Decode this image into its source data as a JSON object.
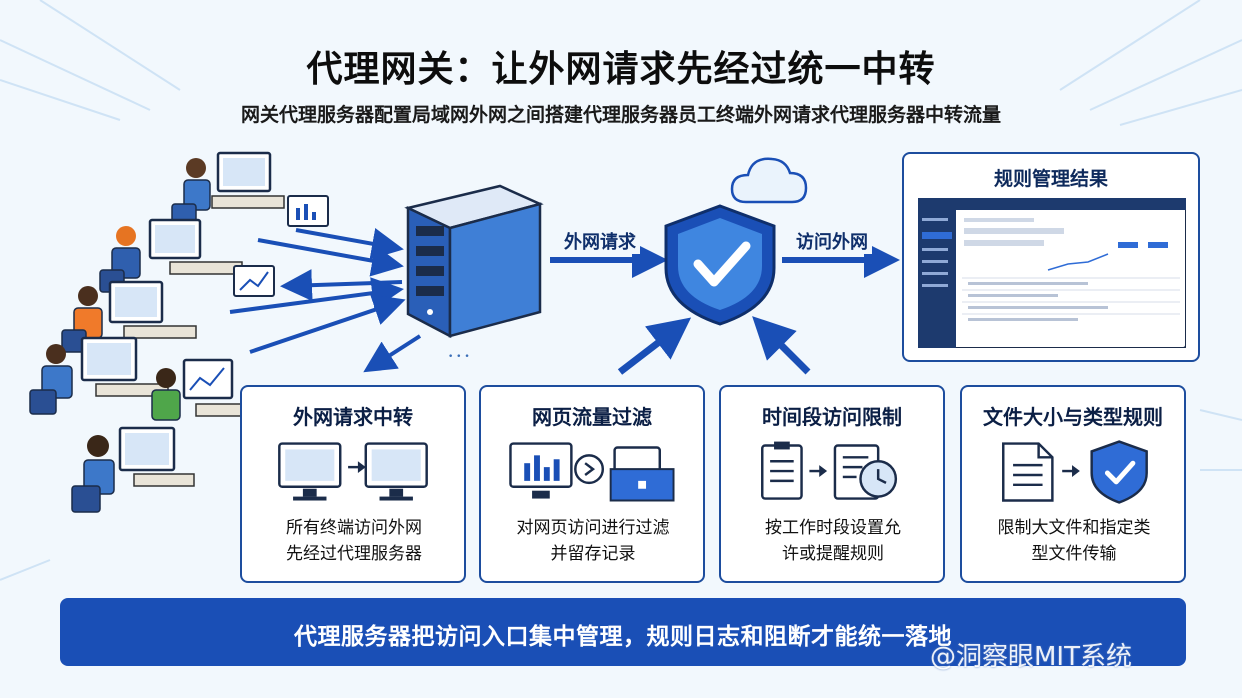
{
  "title": "代理网关：让外网请求先经过统一中转",
  "subtitle": "网关代理服务器配置局域网外网之间搭建代理服务器员工终端外网请求代理服务器中转流量",
  "flow": {
    "request_label": "外网请求",
    "access_label": "访问外网"
  },
  "rules_panel": {
    "title": "规则管理结果"
  },
  "cards": [
    {
      "title": "外网请求中转",
      "desc_line1": "所有终端访问外网",
      "desc_line2": "先经过代理服务器"
    },
    {
      "title": "网页流量过滤",
      "desc_line1": "对网页访问进行过滤",
      "desc_line2": "并留存记录"
    },
    {
      "title": "时间段访问限制",
      "desc_line1": "按工作时段设置允",
      "desc_line2": "许或提醒规则"
    },
    {
      "title": "文件大小与类型规则",
      "desc_line1": "限制大文件和指定类",
      "desc_line2": "型文件传输"
    }
  ],
  "banner": {
    "text": "代理服务器把访问入口集中管理，规则日志和阻断才能统一落地"
  },
  "watermark": "@洞察眼MIT系统",
  "colors": {
    "primary_blue": "#1a4fb6",
    "dark_navy": "#1d3a6e",
    "accent_orange": "#f07a2a",
    "accent_green": "#4fa64a",
    "background": "#f2f8fd"
  }
}
